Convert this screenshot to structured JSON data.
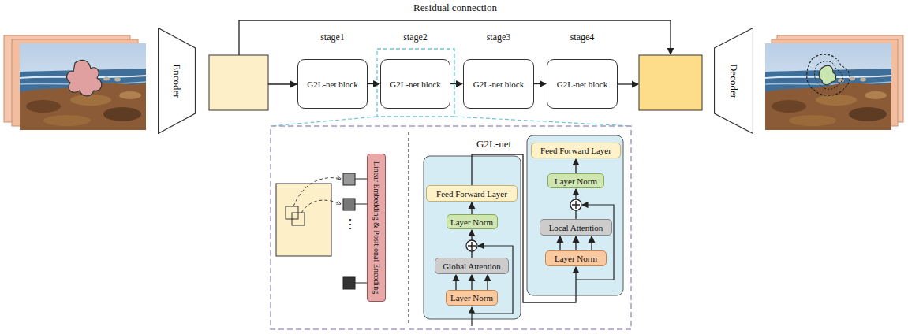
{
  "diagram": {
    "nodes": [
      {
        "text": [
          "Encoder"
        ]
      },
      {
        "text": [
          "stage1",
          "G2L-net block"
        ]
      },
      {
        "text": [
          "stage2",
          "G2L-net block"
        ]
      },
      {
        "text": [
          "stage3",
          "G2L-net block"
        ]
      },
      {
        "text": [
          "stage4",
          "G2L-net block"
        ]
      },
      {
        "text": [
          "Decoder"
        ]
      },
      {
        "text": [
          "Linear Embedding & Positional Encoding"
        ]
      },
      {
        "text": [
          "Layer Norm"
        ]
      },
      {
        "text": [
          "Global Attention"
        ]
      },
      {
        "text": [
          "Layer Norm"
        ]
      },
      {
        "text": [
          "Feed Forward Layer"
        ]
      },
      {
        "text": [
          "Layer Norm"
        ]
      },
      {
        "text": [
          "Local Attention"
        ]
      },
      {
        "text": [
          "Layer Norm"
        ]
      },
      {
        "text": [
          "Feed Forward Layer"
        ]
      }
    ],
    "edges": [
      {
        "from": 1,
        "to": 2,
        "arrow": "to"
      },
      {
        "from": 2,
        "to": 3,
        "arrow": "to"
      },
      {
        "from": 3,
        "to": 4,
        "arrow": "to"
      },
      {
        "from": 7,
        "to": 8,
        "arrow": "to"
      },
      {
        "from": 8,
        "to": 9,
        "arrow": "to"
      },
      {
        "from": 9,
        "to": 10,
        "arrow": "to"
      },
      {
        "from": 10,
        "to": 11,
        "arrow": "to"
      },
      {
        "from": 11,
        "to": 12,
        "arrow": "to"
      },
      {
        "from": 12,
        "to": 13,
        "arrow": "to"
      },
      {
        "from": 13,
        "to": 14,
        "arrow": "to"
      }
    ],
    "labels": [
      "Residual connection",
      "G2L-net",
      "⋮"
    ]
  }
}
